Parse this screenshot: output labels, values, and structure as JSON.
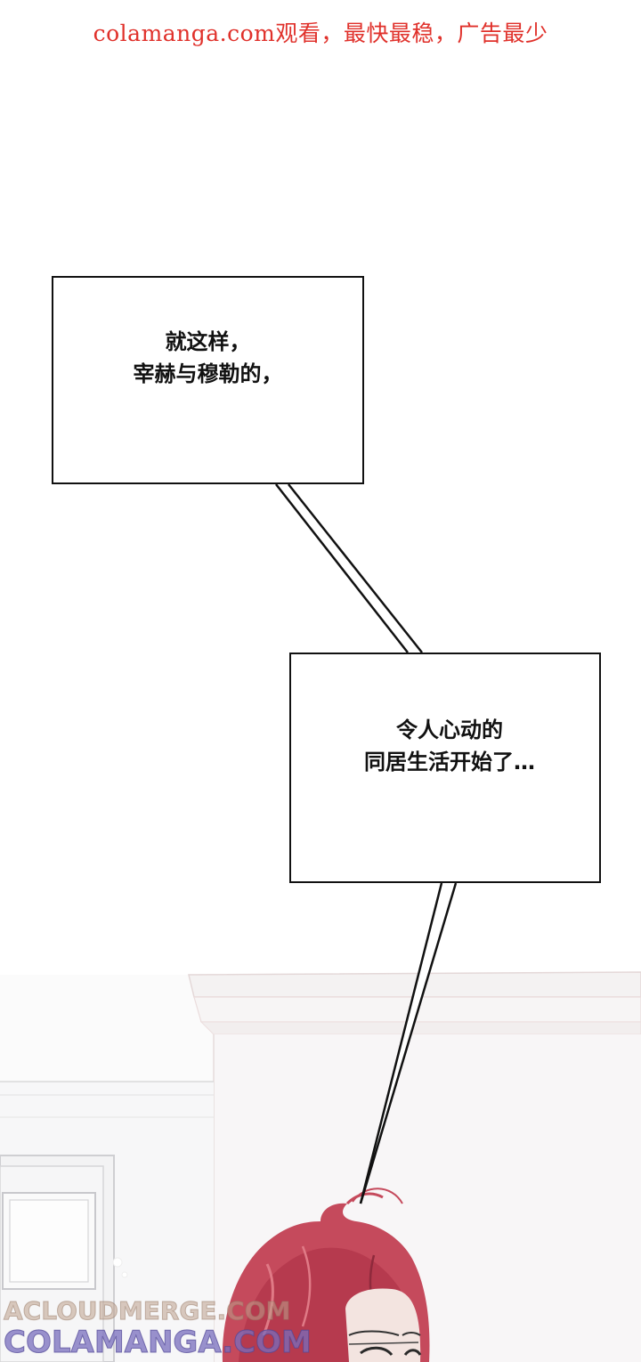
{
  "banner": {
    "text": "colamanga.com观看，最快最稳，广告最少"
  },
  "caption_1": {
    "text": "就这样，\n宰赫与穆勒的，"
  },
  "caption_2": {
    "text": "令人心动的\n同居生活开始了…"
  },
  "watermark": {
    "line_1": "ACLOUDMERGE.COM",
    "line_2": "COLAMANGA.COM"
  },
  "colors": {
    "banner_red": "#e0312b",
    "hair_red": "#c94a5a",
    "caption_border": "#111111"
  }
}
